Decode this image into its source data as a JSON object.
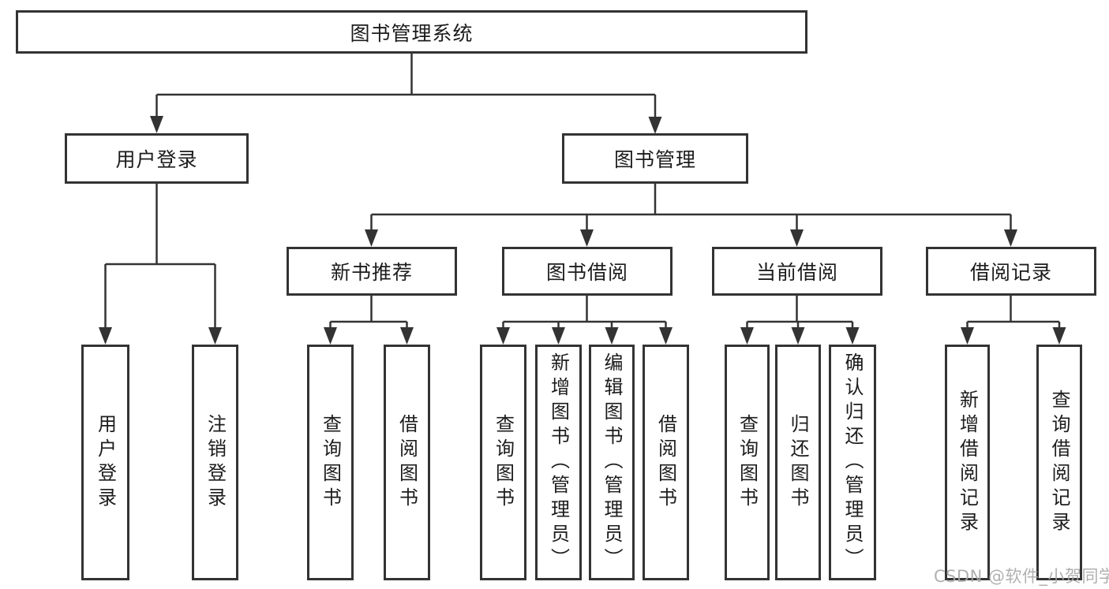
{
  "diagram": {
    "type": "tree",
    "root": {
      "label": "图书管理系统",
      "children": [
        {
          "label": "用户登录",
          "children": [
            {
              "label": "用户登录"
            },
            {
              "label": "注销登录"
            }
          ]
        },
        {
          "label": "图书管理",
          "children": [
            {
              "label": "新书推荐",
              "children": [
                {
                  "label": "查询图书"
                },
                {
                  "label": "借阅图书"
                }
              ]
            },
            {
              "label": "图书借阅",
              "children": [
                {
                  "label": "查询图书"
                },
                {
                  "label": "新增图书（管理员）"
                },
                {
                  "label": "编辑图书（管理员）"
                },
                {
                  "label": "借阅图书"
                }
              ]
            },
            {
              "label": "当前借阅",
              "children": [
                {
                  "label": "查询图书"
                },
                {
                  "label": "归还图书"
                },
                {
                  "label": "确认归还（管理员）"
                }
              ]
            },
            {
              "label": "借阅记录",
              "children": [
                {
                  "label": "新增借阅记录"
                },
                {
                  "label": "查询借阅记录"
                }
              ]
            }
          ]
        }
      ]
    },
    "watermark": "CSDN @软件_小贺同学",
    "colors": {
      "line": "#333333",
      "text": "#1c1c1c",
      "box_fill": "#ffffff",
      "background": "#ffffff",
      "watermark": "#a8a8a8"
    }
  }
}
